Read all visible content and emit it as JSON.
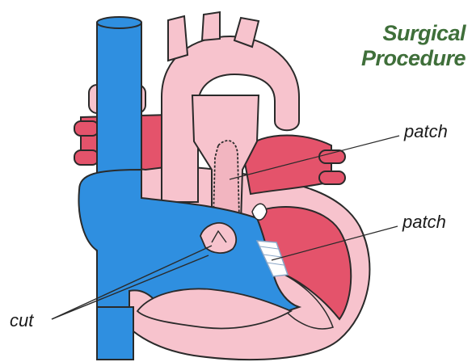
{
  "title": {
    "line1": "Surgical",
    "line2": "Procedure"
  },
  "labels": {
    "patch_upper": "patch",
    "patch_lower": "patch",
    "cut": "cut"
  },
  "colors": {
    "vein_blue": "#2f8fe0",
    "artery_red": "#e4536b",
    "heart_pink": "#f7c3cd",
    "outline": "#2a2a2a",
    "title_green": "#3f6f3a"
  }
}
